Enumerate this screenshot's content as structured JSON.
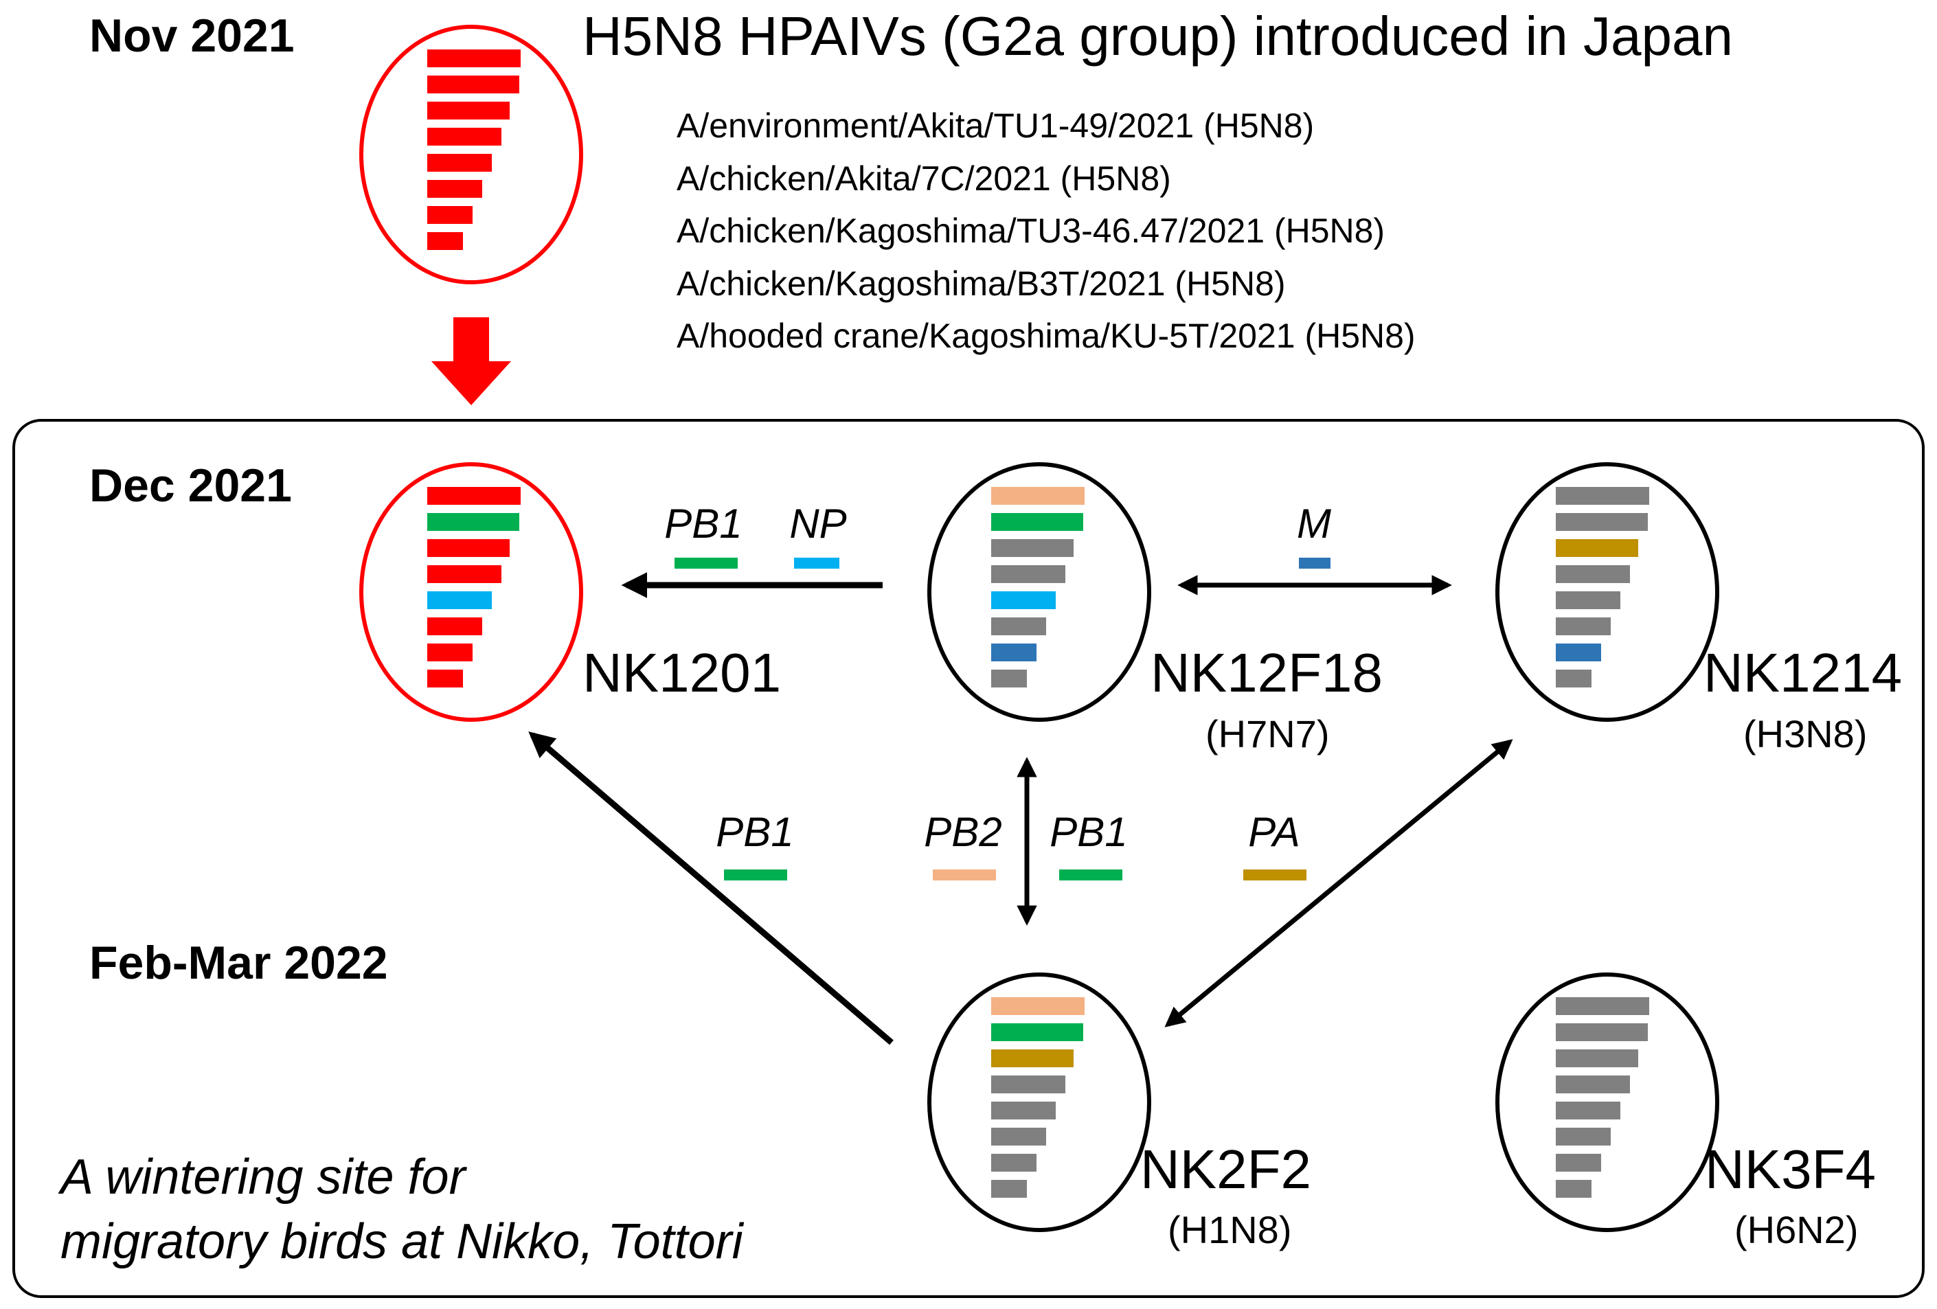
{
  "timeline": {
    "nov": "Nov 2021",
    "dec": "Dec 2021",
    "feb": "Feb-Mar 2022"
  },
  "introduction": {
    "title": "H5N8 HPAIVs (G2a group) introduced in Japan",
    "strains": [
      "A/environment/Akita/TU1-49/2021 (H5N8)",
      "A/chicken/Akita/7C/2021 (H5N8)",
      "A/chicken/Kagoshima/TU3-46.47/2021 (H5N8)",
      "A/chicken/Kagoshima/B3T/2021 (H5N8)",
      "A/hooded crane/Kagoshima/KU-5T/2021 (H5N8)"
    ]
  },
  "site_label": {
    "line1": "A wintering site for",
    "line2": "migratory birds at Nikko, Tottori"
  },
  "colors": {
    "h5n8": "#ff0000",
    "pb2": "#f4b183",
    "pb1": "#00b050",
    "pa": "#bf9000",
    "np": "#00b0f0",
    "m": "#2e75b6",
    "other": "#808080"
  },
  "viruses": {
    "g2a": {
      "outline": "red",
      "segments": [
        "h5n8",
        "h5n8",
        "h5n8",
        "h5n8",
        "h5n8",
        "h5n8",
        "h5n8",
        "h5n8"
      ]
    },
    "nk1201": {
      "name": "NK1201",
      "subtype": "",
      "outline": "red",
      "segments": [
        "h5n8",
        "pb1",
        "h5n8",
        "h5n8",
        "np",
        "h5n8",
        "h5n8",
        "h5n8"
      ]
    },
    "nk12f18": {
      "name": "NK12F18",
      "subtype": "(H7N7)",
      "outline": "black",
      "segments": [
        "pb2",
        "pb1",
        "other",
        "other",
        "np",
        "other",
        "m",
        "other"
      ]
    },
    "nk1214": {
      "name": "NK1214",
      "subtype": "(H3N8)",
      "outline": "black",
      "segments": [
        "other",
        "other",
        "pa",
        "other",
        "other",
        "other",
        "m",
        "other"
      ]
    },
    "nk2f2": {
      "name": "NK2F2",
      "subtype": "(H1N8)",
      "outline": "black",
      "segments": [
        "pb2",
        "pb1",
        "pa",
        "other",
        "other",
        "other",
        "other",
        "other"
      ]
    },
    "nk3f4": {
      "name": "NK3F4",
      "subtype": "(H6N2)",
      "outline": "black",
      "segments": [
        "other",
        "other",
        "other",
        "other",
        "other",
        "other",
        "other",
        "other"
      ]
    }
  },
  "transfers": {
    "f18_to_1201": [
      {
        "label": "PB1",
        "color": "pb1"
      },
      {
        "label": "NP",
        "color": "np"
      }
    ],
    "f18_1214": [
      {
        "label": "M",
        "color": "m"
      }
    ],
    "f2_to_1201": [
      {
        "label": "PB1",
        "color": "pb1"
      }
    ],
    "f2_f18": [
      {
        "label": "PB2",
        "color": "pb2"
      },
      {
        "label": "PB1",
        "color": "pb1"
      }
    ],
    "f2_1214": [
      {
        "label": "PA",
        "color": "pa"
      }
    ]
  }
}
